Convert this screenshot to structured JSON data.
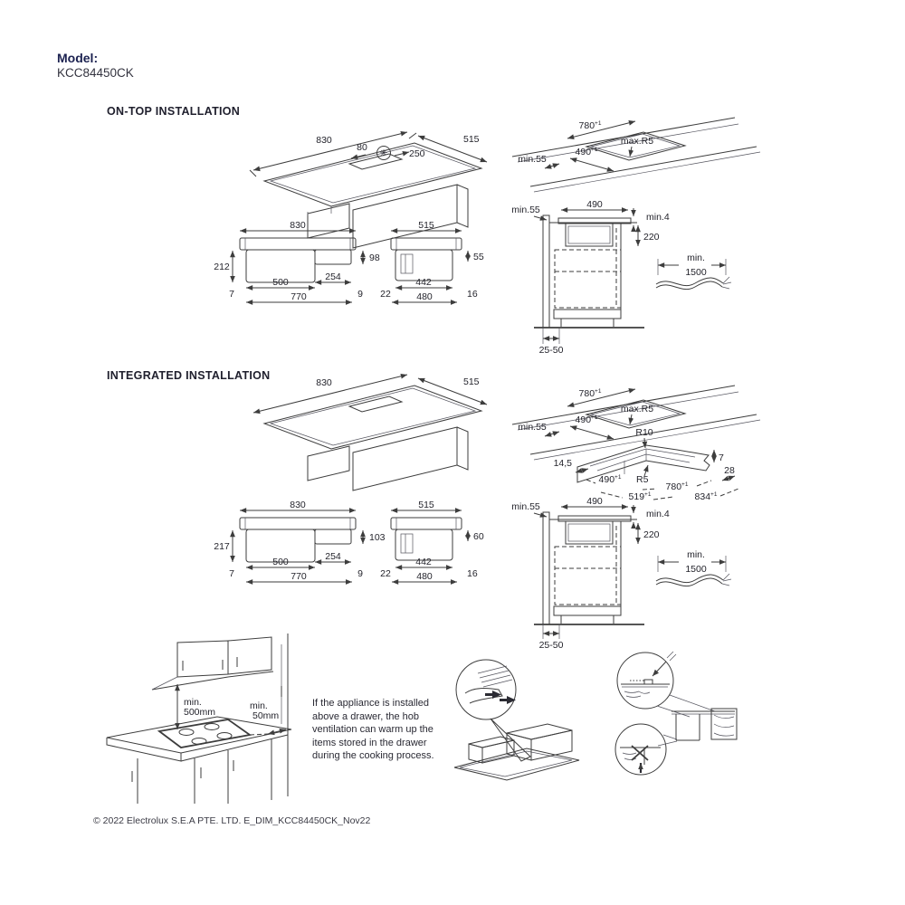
{
  "page": {
    "model_label": "Model:",
    "model_number": "KCC84450CK",
    "footer": "© 2022 Electrolux S.E.A PTE. LTD. E_DIM_KCC84450CK_Nov22",
    "accent_color": "#1b2150",
    "line_color": "#3d3d3d",
    "icons": {
      "fan": "✳"
    }
  },
  "on_top": {
    "title": "ON-TOP INSTALLATION",
    "iso": {
      "w": "830",
      "d": "515",
      "vent_off": "80",
      "vent_w": "250"
    },
    "cutout": {
      "w": "780",
      "w_tol": "+1",
      "d": "490",
      "d_tol": "+1",
      "radius": "max.R5",
      "wall_gap": "min.55"
    },
    "front": {
      "w": "830",
      "h_left": "212",
      "h_right": "98",
      "seg_a": "500",
      "seg_b": "254",
      "off_l": "7",
      "off_r": "9",
      "base": "770"
    },
    "side": {
      "w": "515",
      "h_right": "55",
      "seg": "442",
      "off_l": "22",
      "off_r": "16",
      "base": "480"
    },
    "xsec": {
      "wall_gap": "min.55",
      "top_w": "490",
      "gap": "min.4",
      "duct_h": "220",
      "floor_gap": "25-50"
    },
    "cable": {
      "l1": "min.",
      "l2": "1500"
    }
  },
  "integrated": {
    "title": "INTEGRATED INSTALLATION",
    "iso": {
      "w": "830",
      "d": "515"
    },
    "cutout": {
      "w": "780",
      "w_tol": "+1",
      "d": "490",
      "d_tol": "+1",
      "radius": "max.R5",
      "wall_gap": "min.55"
    },
    "rebate": {
      "r_outer": "R10",
      "ledge": "14,5",
      "step": "7",
      "inner_d": "490",
      "inner_d_tol": "+1",
      "r_inner": "R5",
      "inner_w": "780",
      "inner_w_tol": "+1",
      "corner": "28",
      "outer_d": "519",
      "outer_d_tol": "+1",
      "outer_w": "834",
      "outer_w_tol": "+1"
    },
    "front": {
      "w": "830",
      "h_left": "217",
      "h_right": "103",
      "seg_a": "500",
      "seg_b": "254",
      "off_l": "7",
      "off_r": "9",
      "base": "770"
    },
    "side": {
      "w": "515",
      "h_right": "60",
      "seg": "442",
      "off_l": "22",
      "off_r": "16",
      "base": "480"
    },
    "xsec": {
      "wall_gap": "min.55",
      "top_w": "490",
      "gap": "min.4",
      "duct_h": "220",
      "floor_gap": "25-50"
    },
    "cable": {
      "l1": "min.",
      "l2": "1500"
    }
  },
  "clearance": {
    "above_l1": "min.",
    "above_l2": "500mm",
    "side_l1": "min.",
    "side_l2": "50mm",
    "warning": "If the appliance is installed above a drawer, the hob ventilation can warm up the items stored in the drawer during the cooking process."
  }
}
